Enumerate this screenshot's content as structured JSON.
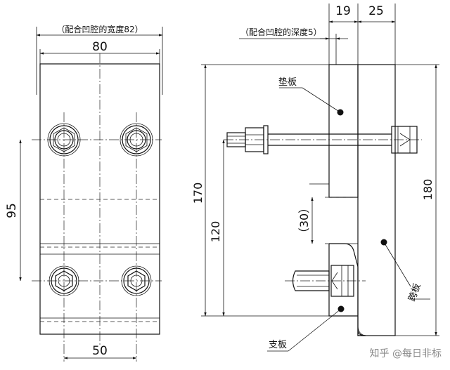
{
  "front_view": {
    "note_cavity_width": "（配合凹腔的宽度82）",
    "dim_width": "80",
    "dim_bolt_pitch_v": "95",
    "dim_bolt_pitch_h": "50"
  },
  "side_view": {
    "dim_19": "19",
    "dim_25": "25",
    "note_cavity_depth": "（配合凹腔的深度5）",
    "dim_170": "170",
    "dim_120": "120",
    "dim_30": "（30）",
    "dim_180": "180",
    "label_pad_plate": "垫板",
    "label_span_plate": "跨板",
    "label_support_plate": "支板"
  },
  "watermark": "知乎 @每日非标"
}
